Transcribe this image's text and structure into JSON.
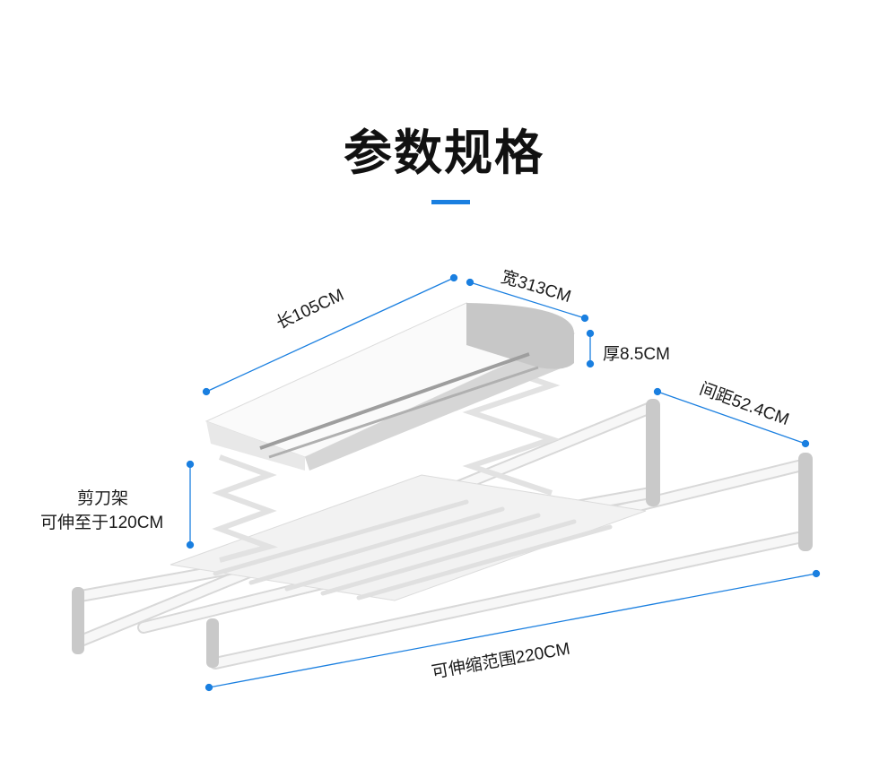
{
  "title": "参数规格",
  "colors": {
    "accent": "#1a7fe0",
    "dimension_line": "#1a7fe0"
  },
  "dimensions": {
    "length": "长105CM",
    "width": "宽313CM",
    "thickness": "厚8.5CM",
    "spacing": "间距52.4CM",
    "scissor_line1": "剪刀架",
    "scissor_line2": "可伸至于120CM",
    "range": "可伸缩范围220CM"
  }
}
